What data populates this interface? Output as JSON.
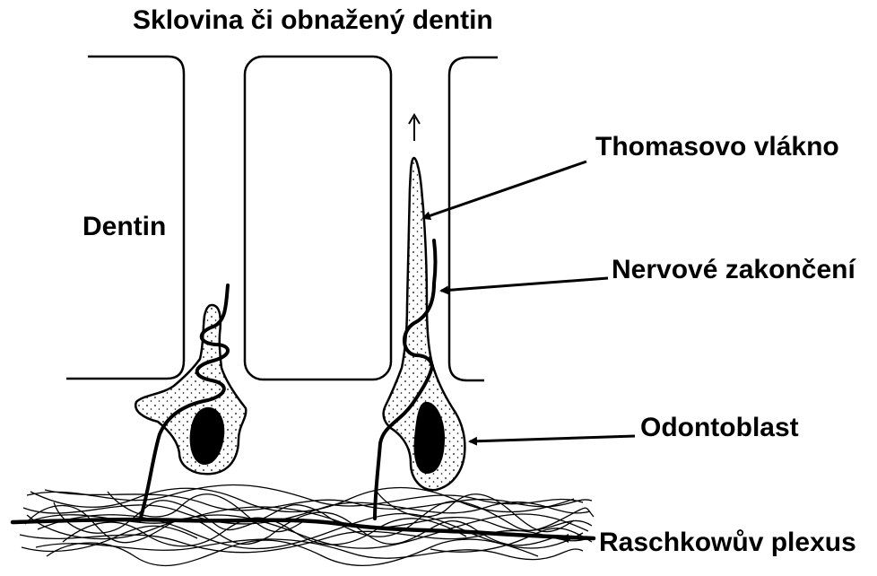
{
  "labels": {
    "title": "Sklovina či obnažený dentin",
    "dentin": "Dentin",
    "thomas_fiber": "Thomasovo vlákno",
    "nerve_ending": "Nervové zakončení",
    "odontoblast": "Odontoblast",
    "plexus": "Raschkowův plexus"
  },
  "colors": {
    "ink": "#000000",
    "paper": "#ffffff"
  }
}
